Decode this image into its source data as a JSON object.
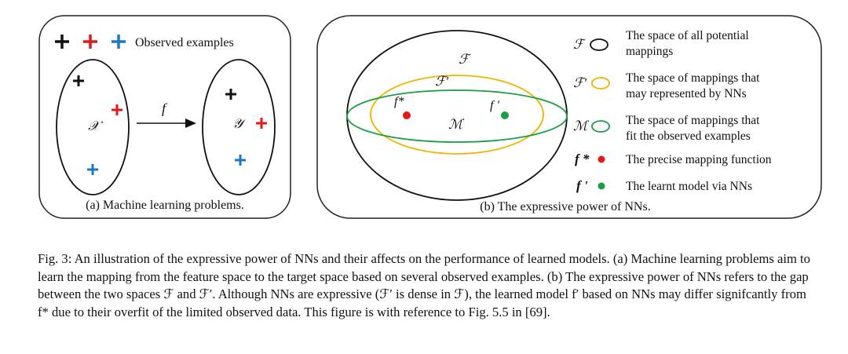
{
  "panel_a": {
    "legend_label": "Observed examples",
    "x_space": "𝒳",
    "y_space": "𝒴",
    "arrow_label": "f",
    "caption": "(a) Machine learning problems."
  },
  "panel_b": {
    "outer_ellipse_label": "ℱ",
    "middle_ellipse_label": "ℱ'",
    "inner_ellipse_label": "ℳ",
    "point_fstar_label": "f*",
    "point_fprime_label": "f '",
    "caption": "(b) The expressive power of NNs.",
    "legend": [
      {
        "symbol": "ℱ",
        "line1": "The space of all potential",
        "line2": "mappings"
      },
      {
        "symbol": "ℱ'",
        "line1": "The space of mappings that",
        "line2": "may represented by NNs"
      },
      {
        "symbol": "ℳ",
        "line1": "The space of mappings that",
        "line2": "fit the observed examples"
      },
      {
        "symbol": "f *",
        "line1": "The precise mapping function",
        "line2": ""
      },
      {
        "symbol": "f '",
        "line1": "The learnt model via NNs",
        "line2": ""
      }
    ]
  },
  "colors": {
    "black": "#111111",
    "red": "#e31a1c",
    "blue": "#1f77c4",
    "orange": "#f0b400",
    "green": "#1a9e45"
  },
  "caption": {
    "text": "Fig. 3: An illustration of the expressive power of NNs and their affects on the performance of learned models. (a) Machine learning problems aim to learn the mapping from the feature space to the target space based on several observed examples. (b) The expressive power of NNs refers to the gap between the two spaces ℱ and ℱ′. Although NNs are expressive (ℱ′ is dense in ℱ), the learned model f′ based on NNs may differ signifcantly from f* due to their overfit of the limited observed data. This figure is with reference to Fig. 5.5 in [69]."
  }
}
